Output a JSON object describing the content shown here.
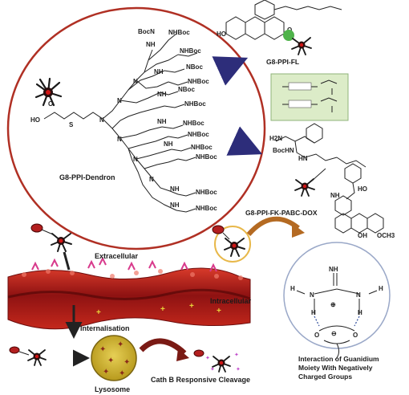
{
  "dendron_panel": {
    "title": "G8-PPI-Dendron",
    "boc_top": "BocN",
    "nhboc": "NHBoc",
    "nboc": "NBoc",
    "nh": "NH",
    "n": "N",
    "ho": "HO",
    "o": "O",
    "s": "S"
  },
  "products": {
    "fl_label": "G8-PPI-FL",
    "dox_label": "G8-PPI-FK-PABC-DOX"
  },
  "membrane_panel": {
    "extracellular": "Extracellular",
    "intracellular": "Intracellular",
    "internalisation": "Internalisation",
    "lysosome": "Lysosome",
    "cleavage": "Cath B Responsive Cleavage"
  },
  "guanidinium_panel": {
    "caption_line1": "Interaction of Guanidium",
    "caption_line2": "Moiety With Negatively",
    "caption_line3": "Charged Groups",
    "nh": "NH",
    "n": "N",
    "h": "H",
    "o": "O",
    "plus": "⊕",
    "minus": "⊖"
  },
  "colors": {
    "circle_border": "#b03024",
    "arrow_navy": "#2d2d7a",
    "membrane_red": "#b31f1f",
    "membrane_dark": "#6e0d0d",
    "lysosome_yellow": "#cdb430",
    "curved_arrow": "#b46a22",
    "inset_green": "#dcecc8"
  },
  "icons": [
    "dendrimer-star-icon",
    "fluorophore-icon",
    "lysosome-icon",
    "curved-arrow-icon"
  ]
}
